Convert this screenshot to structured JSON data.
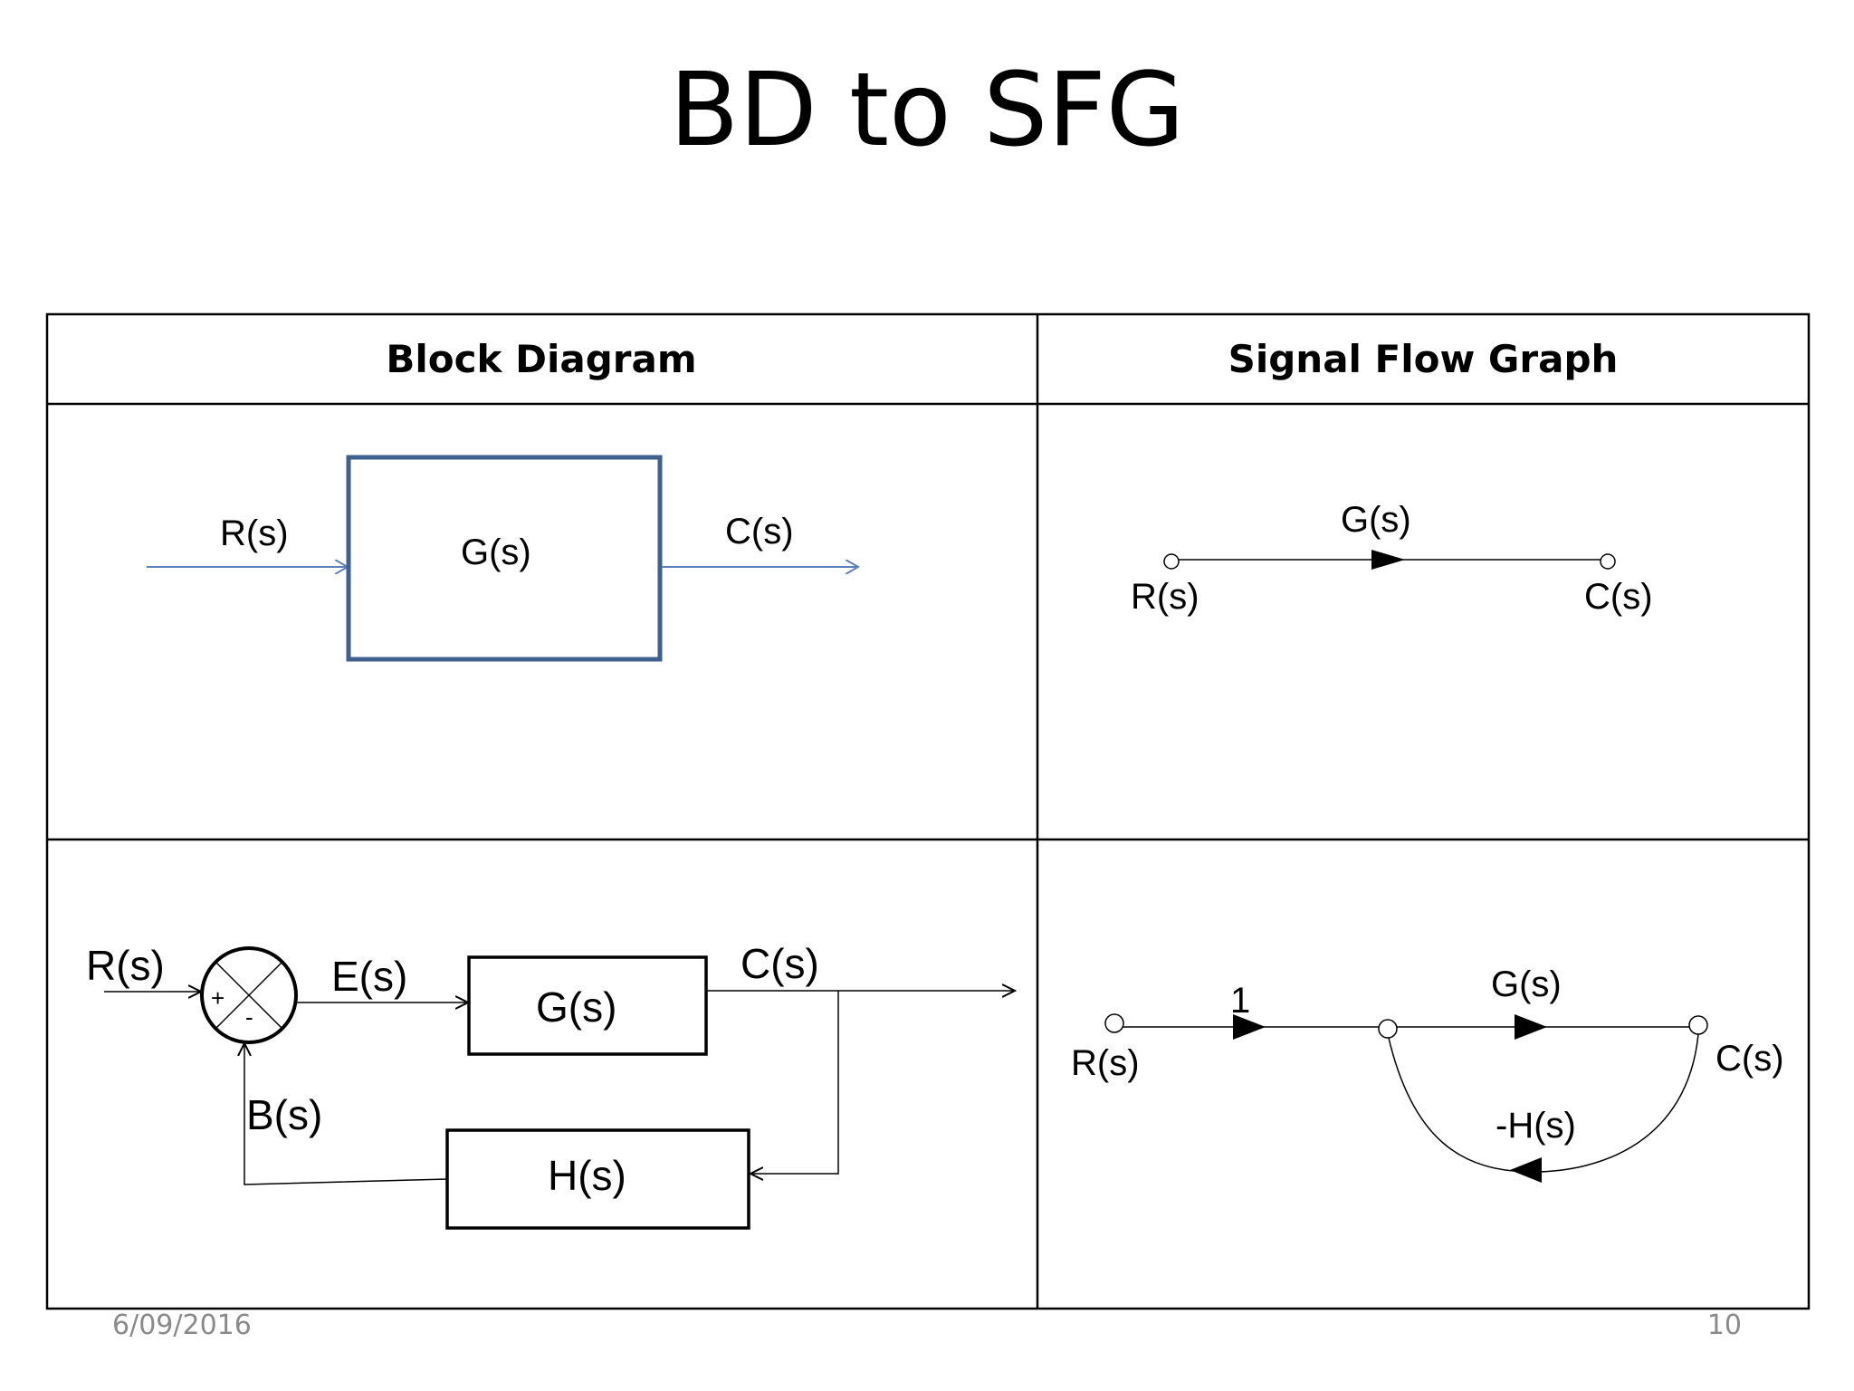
{
  "slide": {
    "title": "BD to SFG",
    "date": "6/09/2016",
    "page_number": "10"
  },
  "table": {
    "headers": [
      "Block Diagram",
      "Signal Flow Graph"
    ]
  },
  "bd_simple": {
    "input": "R(s)",
    "block": "G(s)",
    "output": "C(s)"
  },
  "sfg_simple": {
    "gain": "G(s)",
    "input": "R(s)",
    "output": "C(s)"
  },
  "bd_feedback": {
    "input": "R(s)",
    "plus": "+",
    "minus": "-",
    "error": "E(s)",
    "forward_block": "G(s)",
    "output": "C(s)",
    "feedback_signal": "B(s)",
    "feedback_block": "H(s)"
  },
  "sfg_feedback": {
    "unity_gain": "1",
    "forward_gain": "G(s)",
    "input": "R(s)",
    "output": "C(s)",
    "feedback_gain": "-H(s)"
  }
}
